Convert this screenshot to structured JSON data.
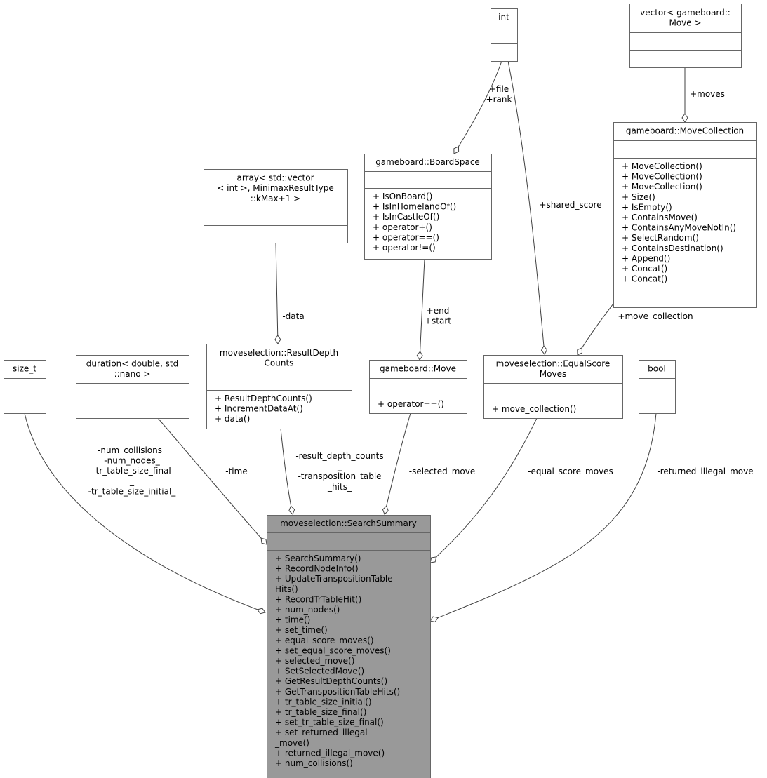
{
  "classes": {
    "int": {
      "title": [
        "int"
      ],
      "attributes": [],
      "methods": []
    },
    "vector_move": {
      "title": [
        "vector< gameboard::",
        "Move >"
      ],
      "attributes": [],
      "methods": []
    },
    "move_collection": {
      "title": [
        "gameboard::MoveCollection"
      ],
      "attributes": [],
      "methods": [
        "+ MoveCollection()",
        "+ MoveCollection()",
        "+ MoveCollection()",
        "+ Size()",
        "+ IsEmpty()",
        "+ ContainsMove()",
        "+ ContainsAnyMoveNotIn()",
        "+ SelectRandom()",
        "+ ContainsDestination()",
        "+ Append()",
        "+ Concat()",
        "+ Concat()"
      ]
    },
    "array": {
      "title": [
        "array< std::vector",
        "< int >, MinimaxResultType",
        "::kMax+1 >"
      ],
      "attributes": [],
      "methods": []
    },
    "board_space": {
      "title": [
        "gameboard::BoardSpace"
      ],
      "attributes": [],
      "methods": [
        "+ IsOnBoard()",
        "+ IsInHomelandOf()",
        "+ IsInCastleOf()",
        "+ operator+()",
        "+ operator==()",
        "+ operator!=()"
      ]
    },
    "size_t": {
      "title": [
        "size_t"
      ],
      "attributes": [],
      "methods": []
    },
    "duration": {
      "title": [
        "duration< double, std",
        "::nano >"
      ],
      "attributes": [],
      "methods": []
    },
    "result_depth_counts": {
      "title": [
        "moveselection::ResultDepth",
        "Counts"
      ],
      "attributes": [],
      "methods": [
        "+ ResultDepthCounts()",
        "+ IncrementDataAt()",
        "+ data()"
      ]
    },
    "move": {
      "title": [
        "gameboard::Move"
      ],
      "attributes": [],
      "methods": [
        "+ operator==()"
      ]
    },
    "equal_score_moves": {
      "title": [
        "moveselection::EqualScore",
        "Moves"
      ],
      "attributes": [],
      "methods": [
        "+ move_collection()"
      ]
    },
    "bool": {
      "title": [
        "bool"
      ],
      "attributes": [],
      "methods": []
    },
    "search_summary": {
      "title": [
        "moveselection::SearchSummary"
      ],
      "attributes": [],
      "methods": [
        "+ SearchSummary()",
        "+ RecordNodeInfo()",
        "+ UpdateTranspositionTable",
        "Hits()",
        "+ RecordTrTableHit()",
        "+ num_nodes()",
        "+ time()",
        "+ set_time()",
        "+ equal_score_moves()",
        "+ set_equal_score_moves()",
        "+ selected_move()",
        "+ SetSelectedMove()",
        "+ GetResultDepthCounts()",
        "+ GetTranspositionTableHits()",
        "+ tr_table_size_initial()",
        "+ tr_table_size_final()",
        "+ set_tr_table_size_final()",
        "+ set_returned_illegal",
        "_move()",
        "+ returned_illegal_move()",
        "+ num_collisions()"
      ]
    }
  },
  "edges": {
    "int_board_space": [
      "+file",
      "+rank"
    ],
    "vector_move_collection": [
      "+moves"
    ],
    "int_equal_score": [
      "+shared_score"
    ],
    "array_rdc": [
      "-data_"
    ],
    "board_space_move": [
      "+end",
      "+start"
    ],
    "move_collection_esm": [
      "+move_collection_"
    ],
    "size_t_ss": [
      "-num_collisions_",
      "-num_nodes_",
      "-tr_table_size_final",
      "_",
      "-tr_table_size_initial_"
    ],
    "duration_ss": [
      "-time_"
    ],
    "rdc_ss": [
      "-result_depth_counts",
      "_",
      "-transposition_table",
      "_hits_"
    ],
    "move_ss": [
      "-selected_move_"
    ],
    "esm_ss": [
      "-equal_score_moves_"
    ],
    "bool_ss": [
      "-returned_illegal_move_"
    ]
  }
}
